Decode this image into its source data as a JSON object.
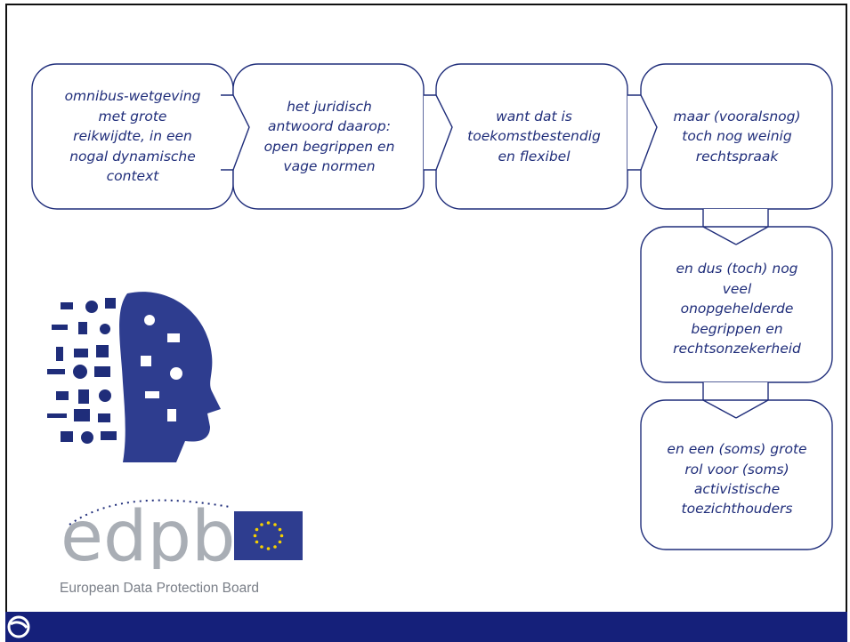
{
  "colors": {
    "text": "#1f2d7a",
    "box_stroke": "#1f2d7a",
    "footer": "#15207a",
    "edpb_gray": "#a9aeb5",
    "eu_blue": "#2e3d8f",
    "eu_star": "#f5d000"
  },
  "boxes": [
    {
      "id": "b1",
      "text": "omnibus-wetgeving\nmet grote\nreikwijdte, in een\nnogal dynamische\ncontext"
    },
    {
      "id": "b2",
      "text": "het juridisch\nantwoord daarop:\nopen begrippen en\nvage normen"
    },
    {
      "id": "b3",
      "text": "want dat is\ntoekomstbestendig\nen flexibel"
    },
    {
      "id": "b4",
      "text": "maar (vooralsnog)\ntoch nog weinig\nrechtspraak"
    },
    {
      "id": "b5",
      "text": "en dus (toch) nog\nveel\nonopgehelderde\nbegrippen en\nrechtsonzekerheid"
    },
    {
      "id": "b6",
      "text": "en een (soms) grote\nrol voor (soms)\nactivistische\ntoezichthouders"
    }
  ],
  "logo": {
    "wordmark": "edpb",
    "caption": "European Data Protection Board",
    "icon": "eu-flag-icon"
  },
  "illustration": {
    "icon": "head-silhouette-objects-icon"
  },
  "footer": {
    "icon": "circular-logo-icon"
  }
}
